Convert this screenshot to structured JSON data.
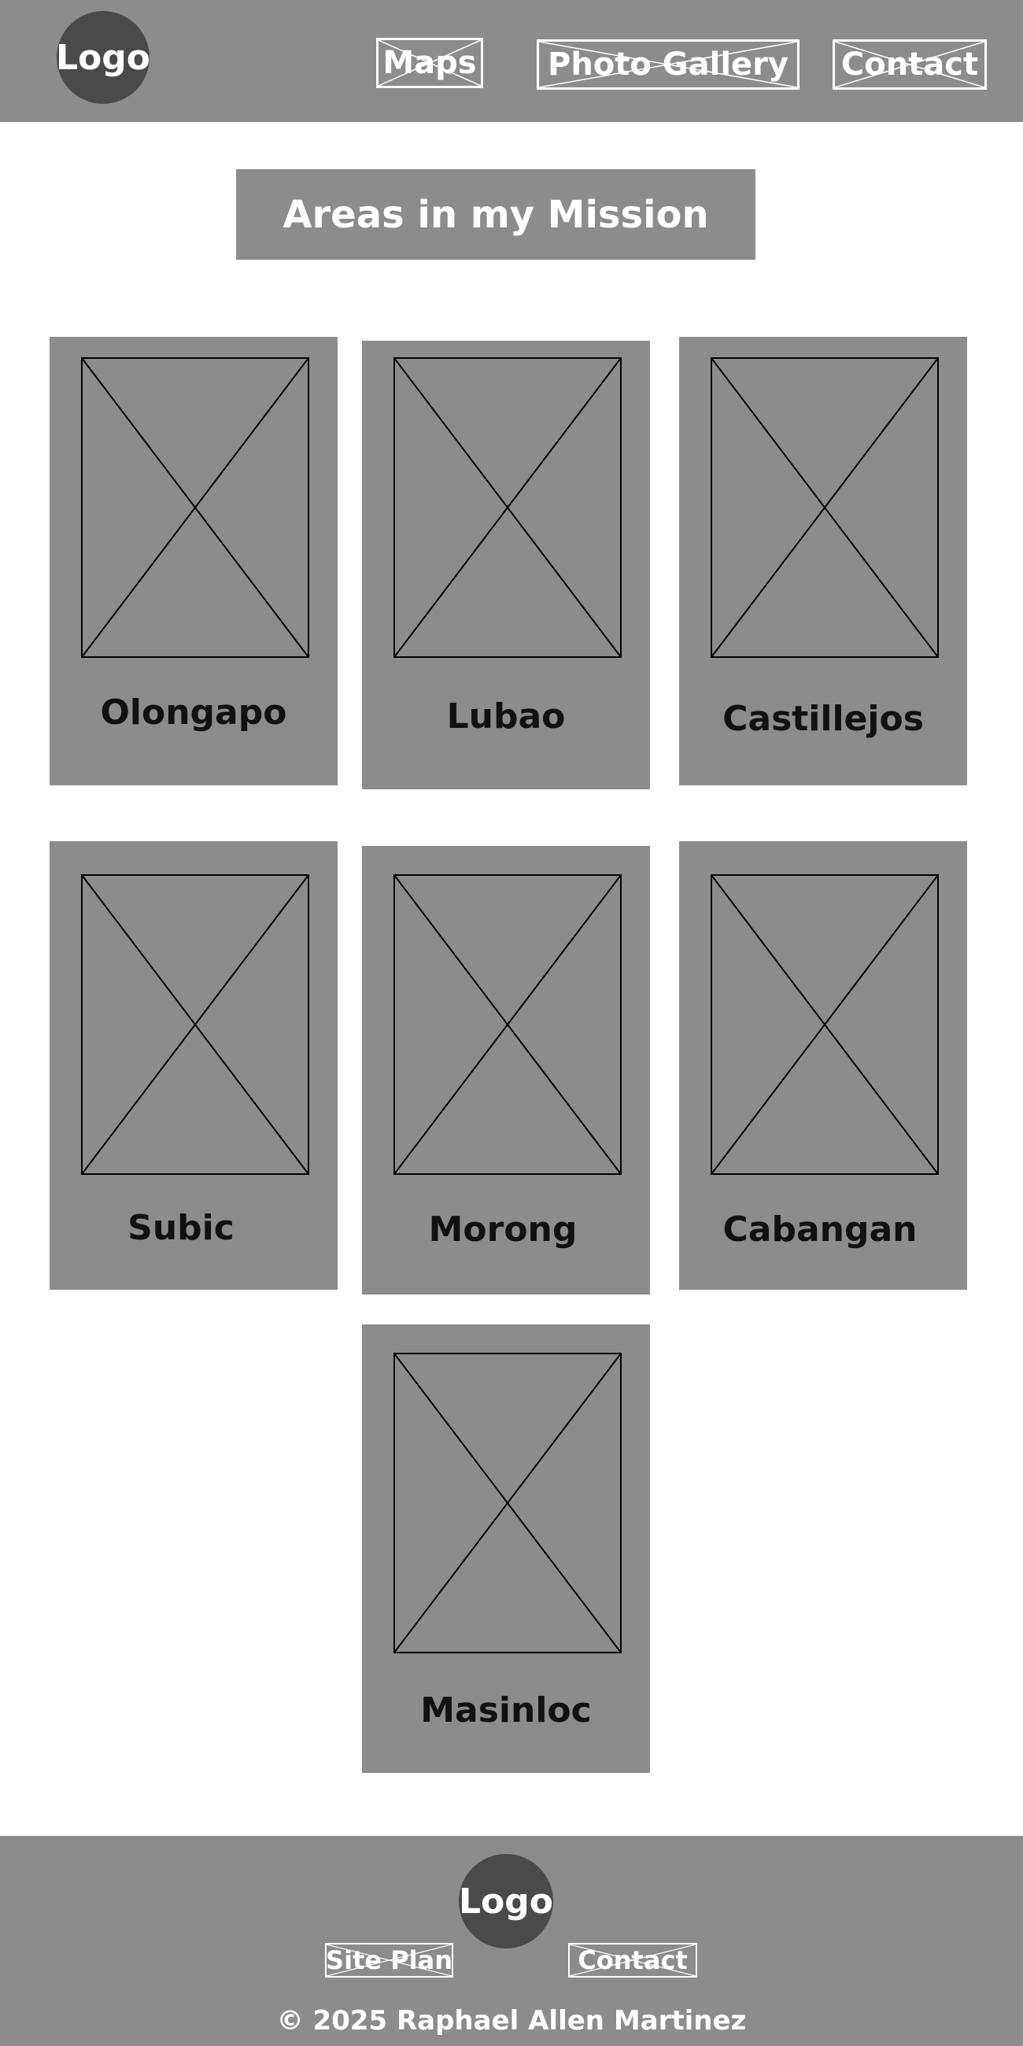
{
  "header": {
    "logo": "Logo",
    "nav": [
      {
        "label": "Maps"
      },
      {
        "label": "Photo Gallery"
      },
      {
        "label": "Contact"
      }
    ]
  },
  "main": {
    "title": "Areas in my Mission",
    "areas": [
      {
        "name": "Olongapo"
      },
      {
        "name": "Lubao"
      },
      {
        "name": "Castillejos"
      },
      {
        "name": "Subic"
      },
      {
        "name": "Morong"
      },
      {
        "name": "Cabangan"
      },
      {
        "name": "Masinloc"
      }
    ]
  },
  "footer": {
    "logo": "Logo",
    "links": [
      {
        "label": "Site Plan"
      },
      {
        "label": "Contact"
      }
    ],
    "copyright": "© 2025 Raphael Allen Martinez"
  },
  "colors": {
    "bar": "#8c8c8c",
    "logo_bg": "#4a4a4a",
    "text_light": "#ffffff",
    "text_dark": "#111111"
  },
  "icons": [
    "image-placeholder-icon"
  ]
}
